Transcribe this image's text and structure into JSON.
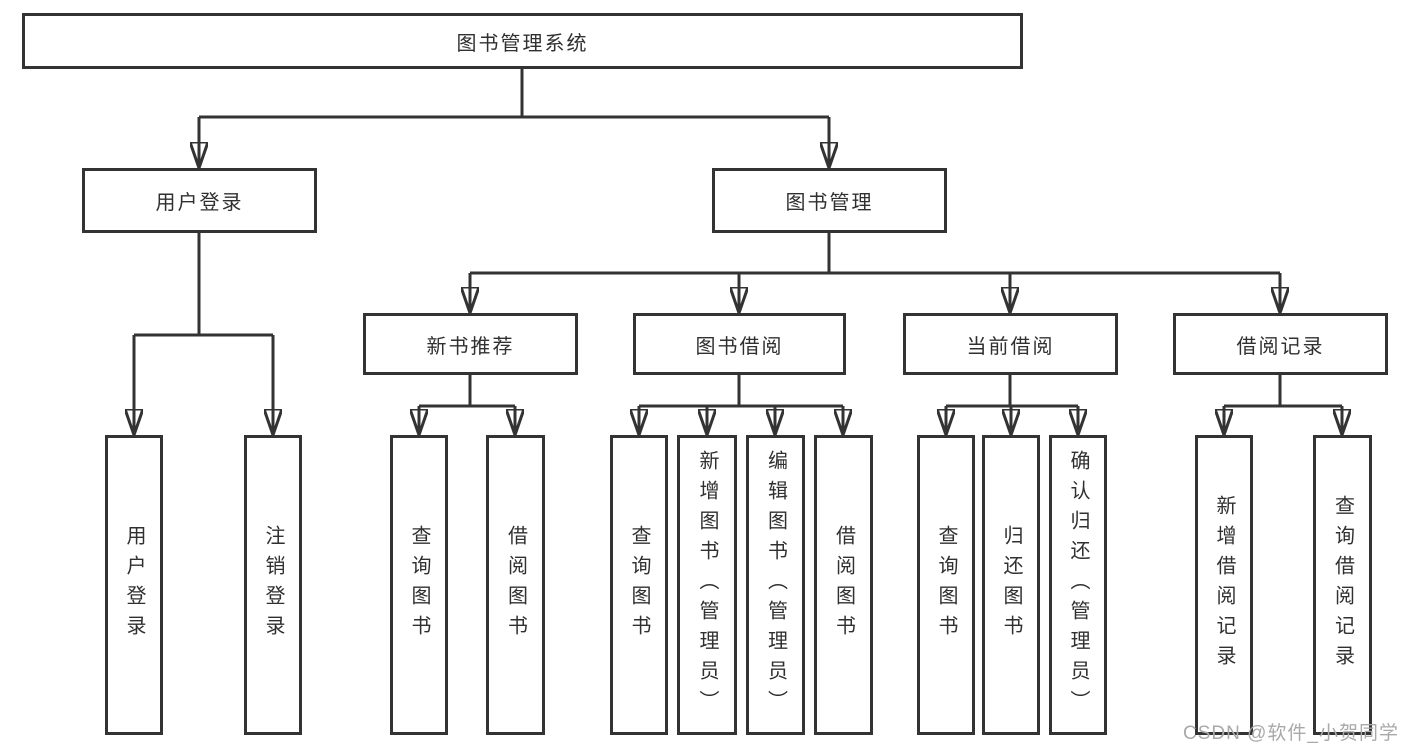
{
  "root": {
    "label": "图书管理系统"
  },
  "level2": [
    {
      "label": "用户登录"
    },
    {
      "label": "图书管理"
    }
  ],
  "level3": [
    {
      "label": "新书推荐"
    },
    {
      "label": "图书借阅"
    },
    {
      "label": "当前借阅"
    },
    {
      "label": "借阅记录"
    }
  ],
  "leaves": {
    "user_login": [
      "用户登录",
      "注销登录"
    ],
    "new_books": [
      "查询图书",
      "借阅图书"
    ],
    "book_borrow": [
      "查询图书",
      "新增图书（管理员）",
      "编辑图书（管理员）",
      "借阅图书"
    ],
    "current_borrow": [
      "查询图书",
      "归还图书",
      "确认归还（管理员）"
    ],
    "borrow_records": [
      "新增借阅记录",
      "查询借阅记录"
    ]
  },
  "watermark": "CSDN @软件_小贺同学",
  "colors": {
    "line": "#333333",
    "box_border": "#333333",
    "text": "#303030",
    "watermark": "#a9a9a9",
    "background": "#ffffff"
  }
}
